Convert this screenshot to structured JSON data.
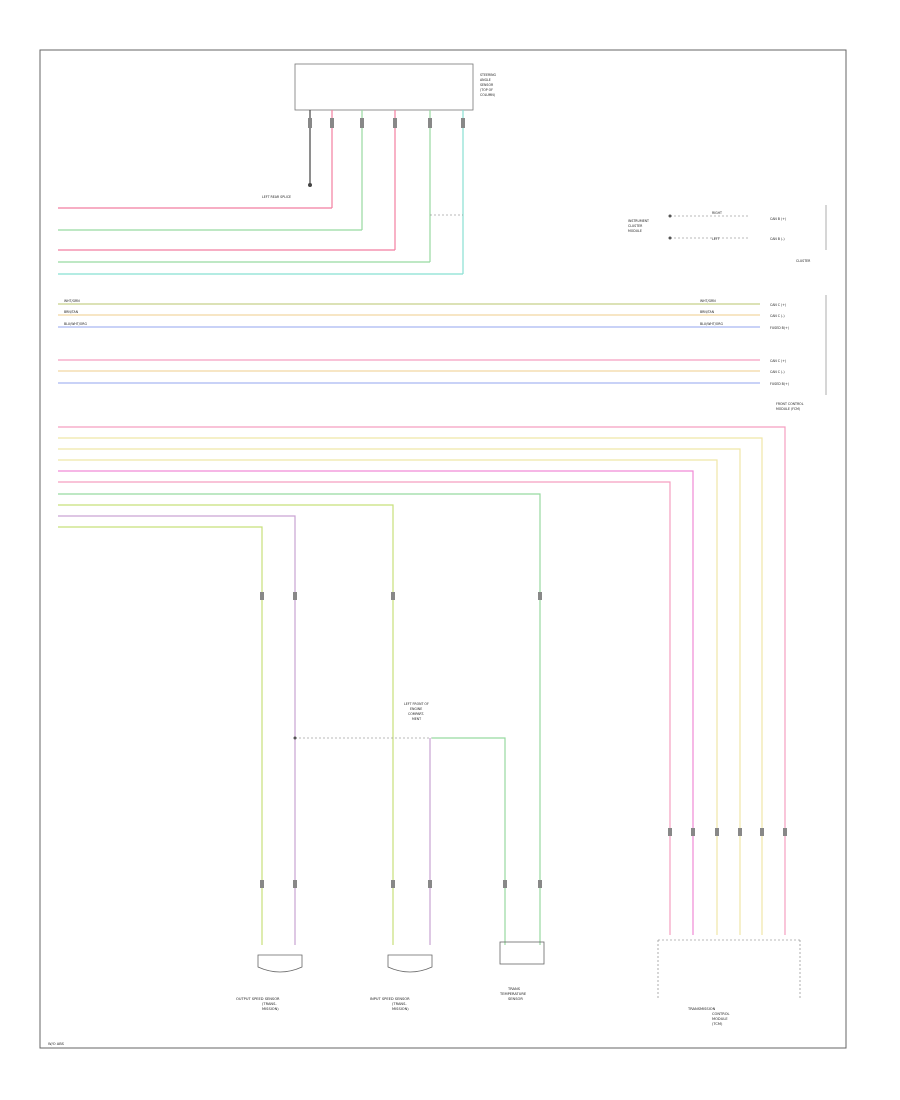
{
  "colors": {
    "frame": "#555555",
    "red": "#f27ea0",
    "green": "#98d9a0",
    "lightgreen": "#c4e8a6",
    "teal": "#88e0d2",
    "olive": "#c6d08a",
    "tan": "#f2d6a2",
    "blue": "#a9b6f2",
    "yellow": "#efe7a8",
    "pink": "#f59fc0",
    "magenta": "#f08ad6",
    "lime": "#c8e07a",
    "purple": "#c9a3d3",
    "black": "#444444"
  },
  "icons": [
    "sensor-connector-icon",
    "ground-symbol-icon",
    "connector-pin-icon",
    "splice-node-icon"
  ],
  "labels": {
    "top_connector": [
      "STEERING",
      "ANGLE",
      "SENSOR",
      "(TOP OF",
      "COLUMN)"
    ],
    "left_tail": "LEFT REAR SPLICE",
    "cluster_connector": [
      "CLUSTER"
    ],
    "cluster_side": [
      "INSTRUMENT",
      "CLUSTER",
      "MODULE"
    ],
    "cluster_pins": [
      "RIGHT",
      "LEFT"
    ],
    "cluster_pin_text": [
      "CAN B (+)",
      "CAN B (-)"
    ],
    "right_box_mid": [
      "CAN C (+)",
      "CAN C (-)",
      "FUSED B(+)"
    ],
    "right_box_bot": [
      "CAN C (+)",
      "CAN C (-)",
      "FUSED B(+)"
    ],
    "right_caption": [
      "FRONT CONTROL",
      "MODULE (FCM)"
    ],
    "splice_label": [
      "LEFT FRONT OF",
      "ENGINE",
      "COMPART-",
      "MENT"
    ],
    "bottom_labels": [
      [
        "OUTPUT SPEED SENSOR",
        "(TRANS-",
        "MISSION)"
      ],
      [
        "INPUT SPEED SENSOR",
        "(TRANS-",
        "MISSION)"
      ],
      [
        "TRANS",
        "TEMPERATURE",
        "SENSOR"
      ],
      [
        "TRANSMISSION",
        "CONTROL",
        "MODULE",
        "(TCM)"
      ]
    ],
    "footer": "W/O ABS",
    "mid_wire_left": [
      "WHT/GRN",
      "BRN/TAN",
      "BLU/WHT/ORG"
    ],
    "mid_wire_right": [
      "WHT/GRN",
      "BRN/TAN",
      "BLU/WHT/ORG"
    ]
  }
}
